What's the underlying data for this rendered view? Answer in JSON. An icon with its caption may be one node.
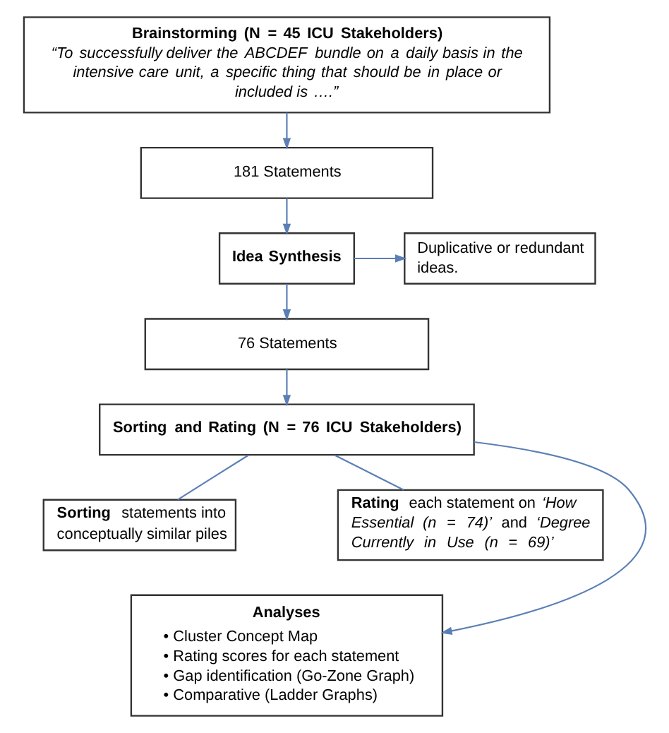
{
  "diagram": {
    "nodes": [
      {
        "text": [
          "Brainstorming (N = 45 ICU Stakeholders)",
          "“To successfully deliver the ABCDEF bundle on a daily basis in the intensive care unit, a specific thing that should be in place or included is ….”"
        ]
      },
      {
        "text": [
          "181 Statements"
        ]
      },
      {
        "text": [
          "Idea Synthesis"
        ]
      },
      {
        "text": [
          "Duplicative or redundant ideas."
        ]
      },
      {
        "text": [
          "76 Statements"
        ]
      },
      {
        "text": [
          "Sorting and Rating (N = 76 ICU Stakeholders)"
        ]
      },
      {
        "text": [
          "**Sorting** statements into conceptually similar piles"
        ]
      },
      {
        "text": [
          "**Rating** each statement on *‘How Essential (n = 74)’* and *‘Degree Currently in Use (n = 69)’*"
        ]
      },
      {
        "text": [
          "Analyses",
          "• Cluster Concept Map",
          "• Rating scores for each statement",
          "• Gap identification (Go-Zone Graph)",
          "• Comparative (Ladder Graphs)"
        ]
      }
    ],
    "edges": [
      {
        "from": 0,
        "to": 1,
        "arrow": "to"
      },
      {
        "from": 1,
        "to": 2,
        "arrow": "to"
      },
      {
        "from": 2,
        "to": 3,
        "arrow": "to"
      },
      {
        "from": 2,
        "to": 4,
        "arrow": "to"
      },
      {
        "from": 4,
        "to": 5,
        "arrow": "to"
      },
      {
        "from": 5,
        "to": 6,
        "arrow": "none"
      },
      {
        "from": 5,
        "to": 7,
        "arrow": "none"
      },
      {
        "from": 5,
        "to": 8,
        "arrow": "to"
      }
    ]
  }
}
